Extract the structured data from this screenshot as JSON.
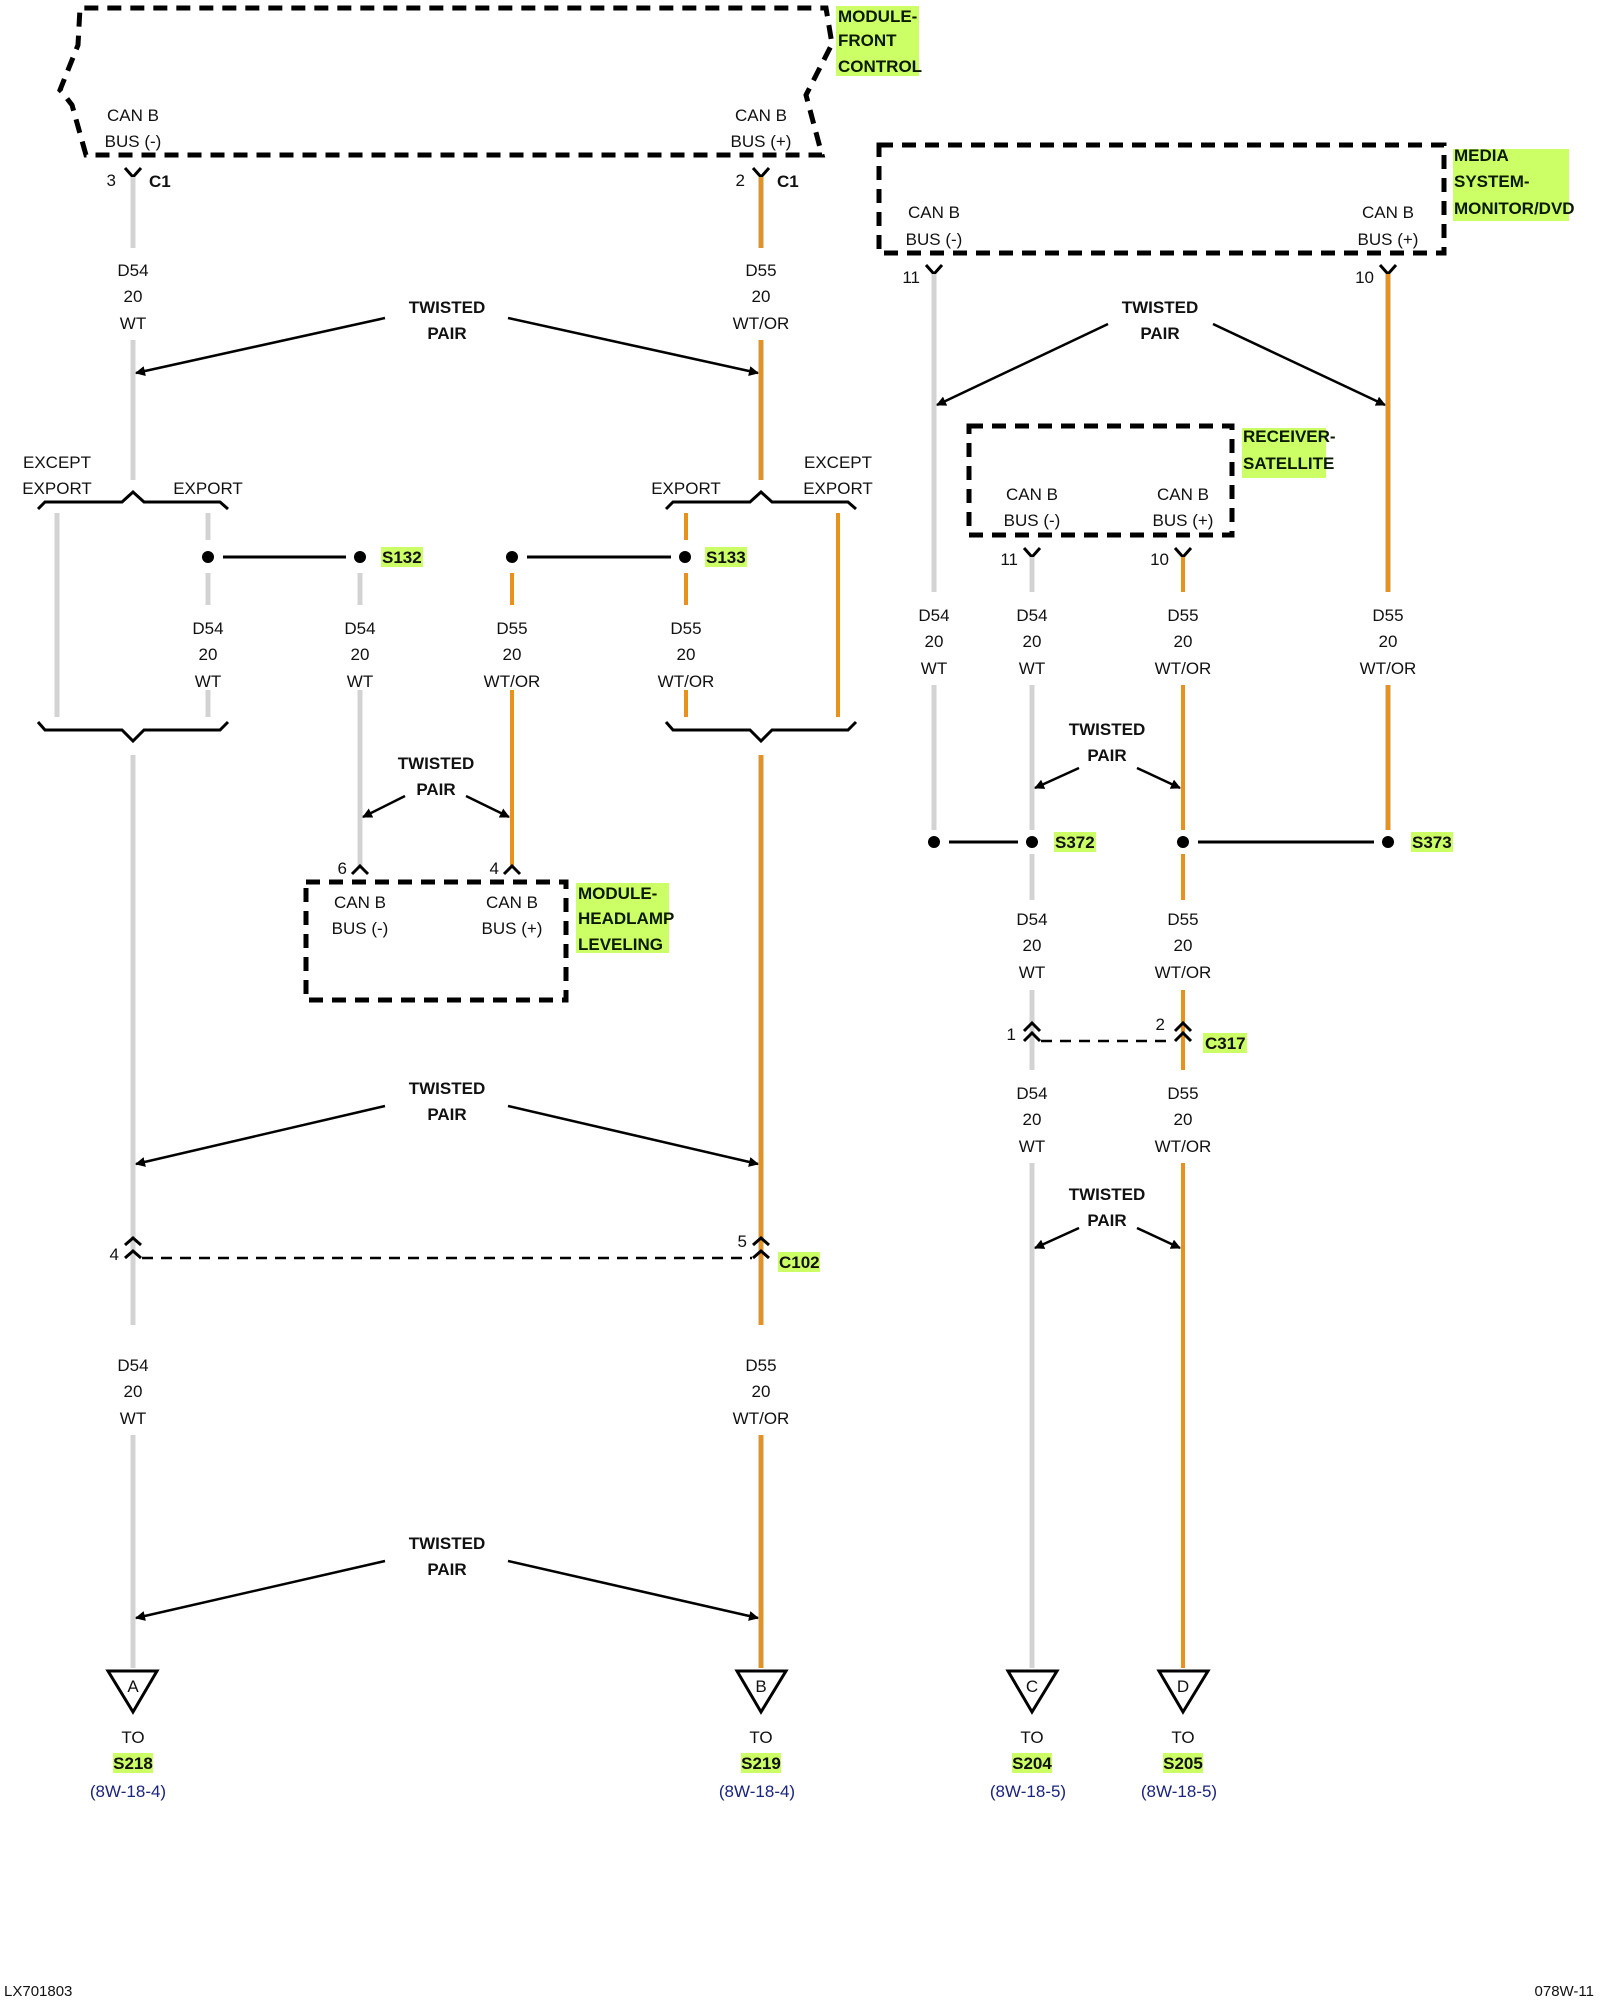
{
  "components": {
    "front_control": {
      "label": [
        "MODULE-",
        "FRONT",
        "CONTROL"
      ],
      "pin_minus": {
        "line1": "CAN B",
        "line2": "BUS (-)"
      },
      "pin_plus": {
        "line1": "CAN B",
        "line2": "BUS (+)"
      }
    },
    "media": {
      "label": [
        "MEDIA",
        "SYSTEM-",
        "MONITOR/DVD"
      ],
      "pin_minus": {
        "line1": "CAN B",
        "line2": "BUS (-)"
      },
      "pin_plus": {
        "line1": "CAN B",
        "line2": "BUS (+)"
      }
    },
    "receiver": {
      "label": [
        "RECEIVER-",
        "SATELLITE"
      ],
      "pin_minus": {
        "line1": "CAN B",
        "line2": "BUS (-)"
      },
      "pin_plus": {
        "line1": "CAN B",
        "line2": "BUS (+)"
      }
    },
    "headlamp": {
      "label": [
        "MODULE-",
        "HEADLAMP",
        "LEVELING"
      ],
      "pin_minus": {
        "line1": "CAN B",
        "line2": "BUS (-)"
      },
      "pin_plus": {
        "line1": "CAN B",
        "line2": "BUS (+)"
      }
    }
  },
  "connectors": {
    "c1": {
      "name": "C1",
      "pin_minus": "3",
      "pin_plus": "2"
    },
    "media": {
      "pin_minus": "11",
      "pin_plus": "10"
    },
    "receiver": {
      "pin_minus": "11",
      "pin_plus": "10"
    },
    "headlamp": {
      "pin_minus": "6",
      "pin_plus": "4"
    },
    "c102": {
      "name": "C102",
      "pin_minus": "4",
      "pin_plus": "5"
    },
    "c317": {
      "name": "C317",
      "pin_minus": "1",
      "pin_plus": "2"
    }
  },
  "wires": {
    "d54": {
      "circuit": "D54",
      "gauge": "20",
      "color": "WT"
    },
    "d55": {
      "circuit": "D55",
      "gauge": "20",
      "color": "WT/OR"
    }
  },
  "splices": {
    "s132": "S132",
    "s133": "S133",
    "s372": "S372",
    "s373": "S373"
  },
  "twisted_pair": {
    "line1": "TWISTED",
    "line2": "PAIR"
  },
  "options": {
    "except": "EXCEPT",
    "export": "EXPORT"
  },
  "terminals": [
    {
      "letter": "A",
      "to": "TO",
      "splice": "S218",
      "ref": "(8W-18-4)"
    },
    {
      "letter": "B",
      "to": "TO",
      "splice": "S219",
      "ref": "(8W-18-4)"
    },
    {
      "letter": "C",
      "to": "TO",
      "splice": "S204",
      "ref": "(8W-18-5)"
    },
    {
      "letter": "D",
      "to": "TO",
      "splice": "S205",
      "ref": "(8W-18-5)"
    }
  ],
  "footer": {
    "left": "LX701803",
    "right": "078W-11"
  },
  "colors": {
    "wt_wire": "#d3d3d3",
    "wt_or_wire": "#e8921c",
    "highlight": "#ccff66",
    "ref_link": "#1a237e"
  }
}
